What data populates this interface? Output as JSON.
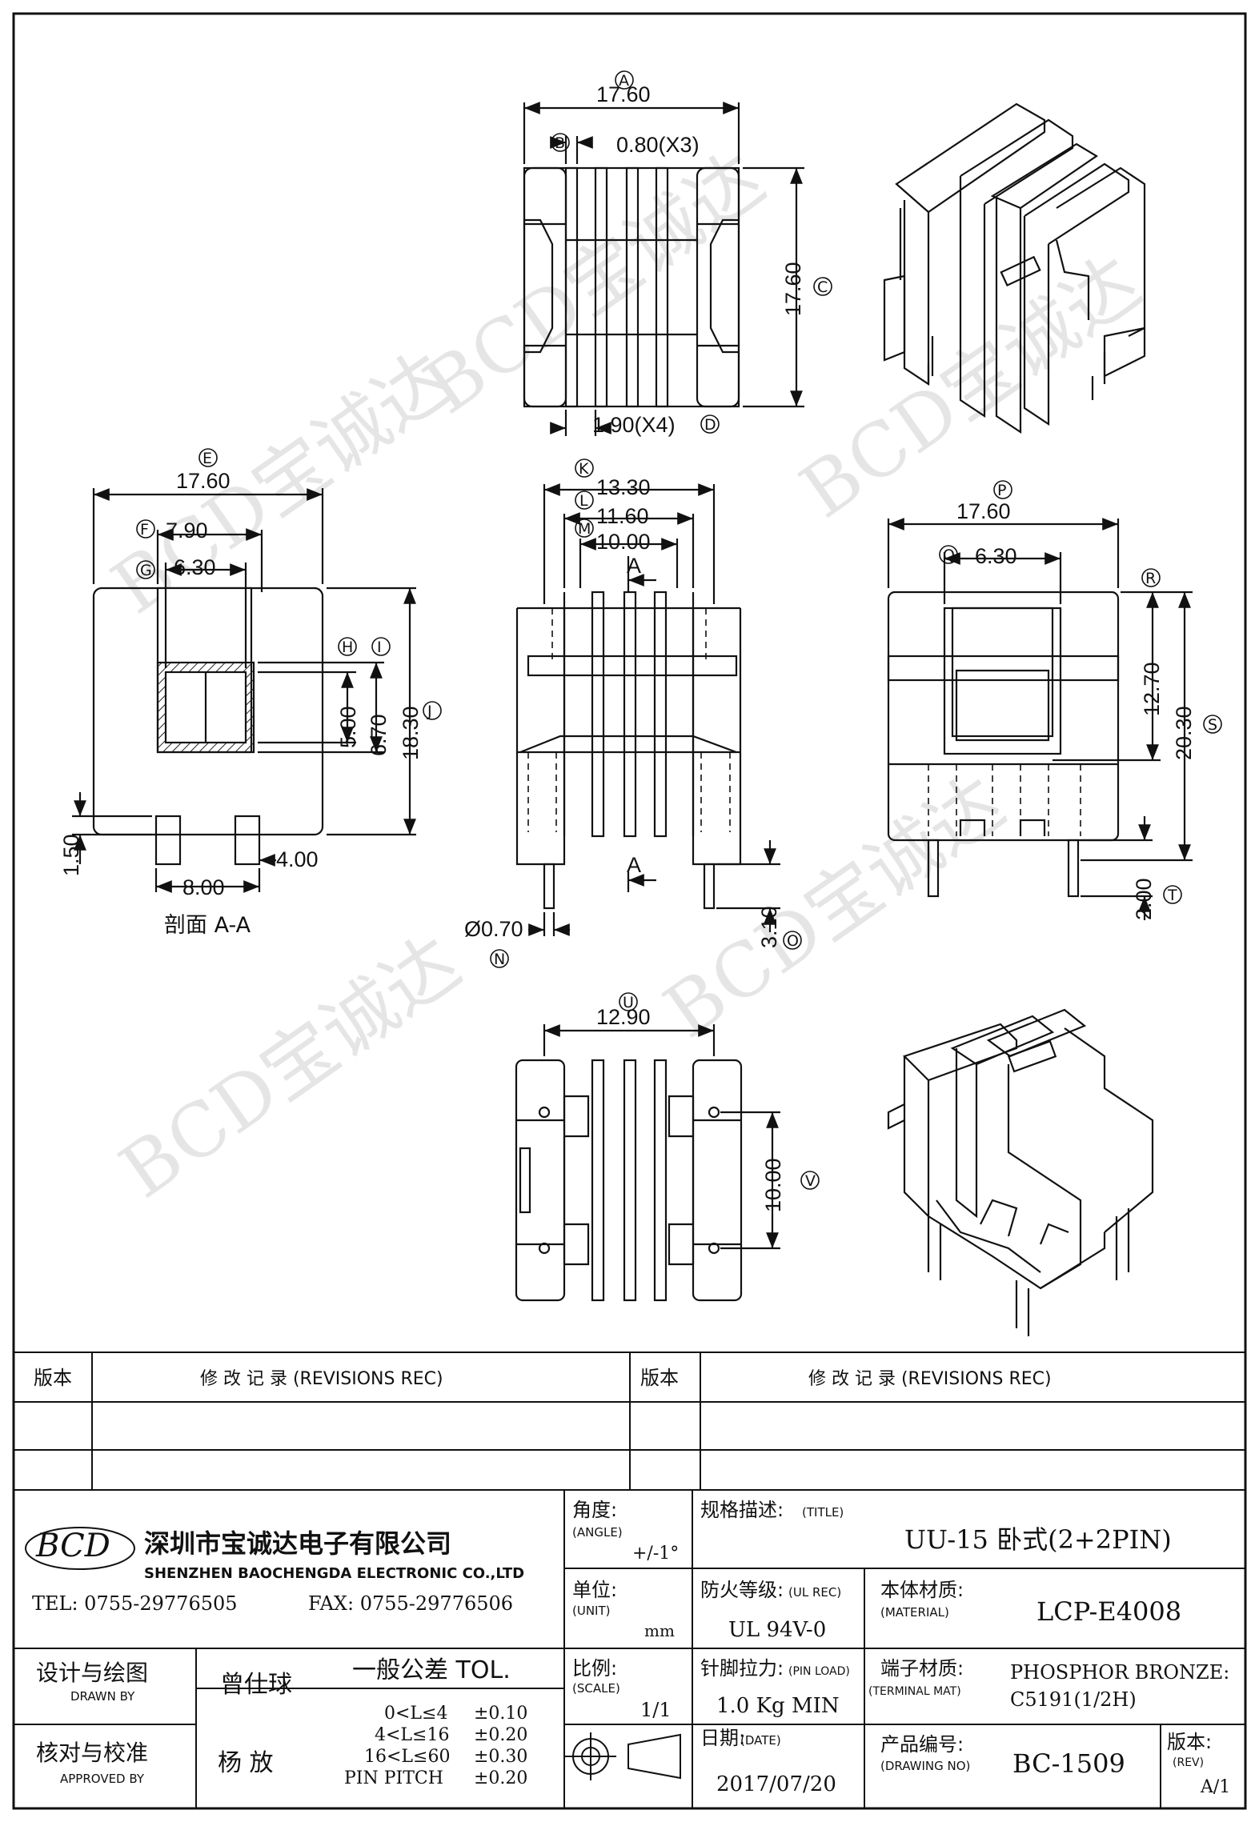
{
  "dimensions": {
    "top_view": {
      "width": "17.60",
      "width_balloon": "A",
      "wall": "0.80(X3)",
      "wall_balloon": "B",
      "height": "17.60",
      "height_balloon": "C",
      "flange": "1.90(X4)",
      "flange_balloon": "D"
    },
    "section_view": {
      "width": "17.60",
      "width_balloon": "E",
      "inner1": "7.90",
      "inner1_balloon": "F",
      "inner2": "6.30",
      "inner2_balloon": "G",
      "h1": "5.00",
      "h1_balloon": "H",
      "h2": "6.70",
      "h2_balloon": "I",
      "h3": "18.30",
      "h3_balloon": "J",
      "foot_h": "1.50",
      "foot_w": "4.00",
      "foot_span": "8.00",
      "caption": "剖面 A-A"
    },
    "front_view": {
      "w1": "13.30",
      "w1_balloon": "K",
      "w2": "11.60",
      "w2_balloon": "L",
      "w3": "10.00",
      "w3_balloon": "M",
      "section_mark": "A",
      "pin_dia": "Ø0.70",
      "pin_dia_balloon": "N",
      "pin_len": "3.10",
      "pin_len_balloon": "O"
    },
    "side_view": {
      "width": "17.60",
      "width_balloon": "P",
      "slot": "6.30",
      "slot_balloon": "Q",
      "h1": "12.70",
      "h1_balloon": "R",
      "h2": "20.30",
      "h2_balloon": "S",
      "pin": "2.00",
      "pin_balloon": "T"
    },
    "bottom_view": {
      "width": "12.90",
      "width_balloon": "U",
      "pitch": "10.00",
      "pitch_balloon": "V"
    }
  },
  "revisions": {
    "col_rev": "版本",
    "col_rec": "修 改 记 录 (REVISIONS REC)"
  },
  "company": {
    "name_cn": "深圳市宝诚达电子有限公司",
    "name_en": "SHENZHEN BAOCHENGDA ELECTRONIC CO.,LTD",
    "tel": "TEL: 0755-29776505",
    "fax": "FAX: 0755-29776506",
    "logo": "BCD"
  },
  "title_block": {
    "angle_label": "角度:",
    "angle_label_en": "(ANGLE)",
    "angle_value": "+/-1°",
    "title_label": "规格描述:",
    "title_label_en": "(TITLE)",
    "title_value": "UU-15 卧式(2+2PIN)",
    "unit_label": "单位:",
    "unit_label_en": "(UNIT)",
    "unit_value": "mm",
    "ul_label": "防火等级:",
    "ul_label_en": "(UL REC)",
    "ul_value": "UL 94V-0",
    "material_label": "本体材质:",
    "material_label_en": "(MATERIAL)",
    "material_value": "LCP-E4008",
    "drawn_label": "设计与绘图",
    "drawn_label_en": "DRAWN BY",
    "drawn_value": "曾仕球",
    "tol_label": "一般公差 TOL.",
    "tol_rows": [
      {
        "range": "0<L≤4",
        "value": "±0.10"
      },
      {
        "range": "4<L≤16",
        "value": "±0.20"
      },
      {
        "range": "16<L≤60",
        "value": "±0.30"
      },
      {
        "range": "PIN PITCH",
        "value": "±0.20"
      }
    ],
    "scale_label": "比例:",
    "scale_label_en": "(SCALE)",
    "scale_value": "1/1",
    "pinload_label": "针脚拉力:",
    "pinload_label_en": "(PIN LOAD)",
    "pinload_value": "1.0 Kg MIN",
    "terminal_label": "端子材质:",
    "terminal_label_en": "(TERMINAL MAT)",
    "terminal_value": "PHOSPHOR BRONZE:",
    "terminal_value2": "C5191(1/2H)",
    "approved_label": "核对与校准",
    "approved_label_en": "APPROVED BY",
    "approved_value": "杨 放",
    "date_label": "日期:",
    "date_label_en": "(DATE)",
    "date_value": "2017/07/20",
    "drawing_label": "产品编号:",
    "drawing_label_en": "(DRAWING NO)",
    "drawing_value": "BC-1509",
    "rev_label": "版本:",
    "rev_label_en": "(REV)",
    "rev_value": "A/1"
  },
  "watermark": {
    "text": "BCD宝诚达"
  }
}
